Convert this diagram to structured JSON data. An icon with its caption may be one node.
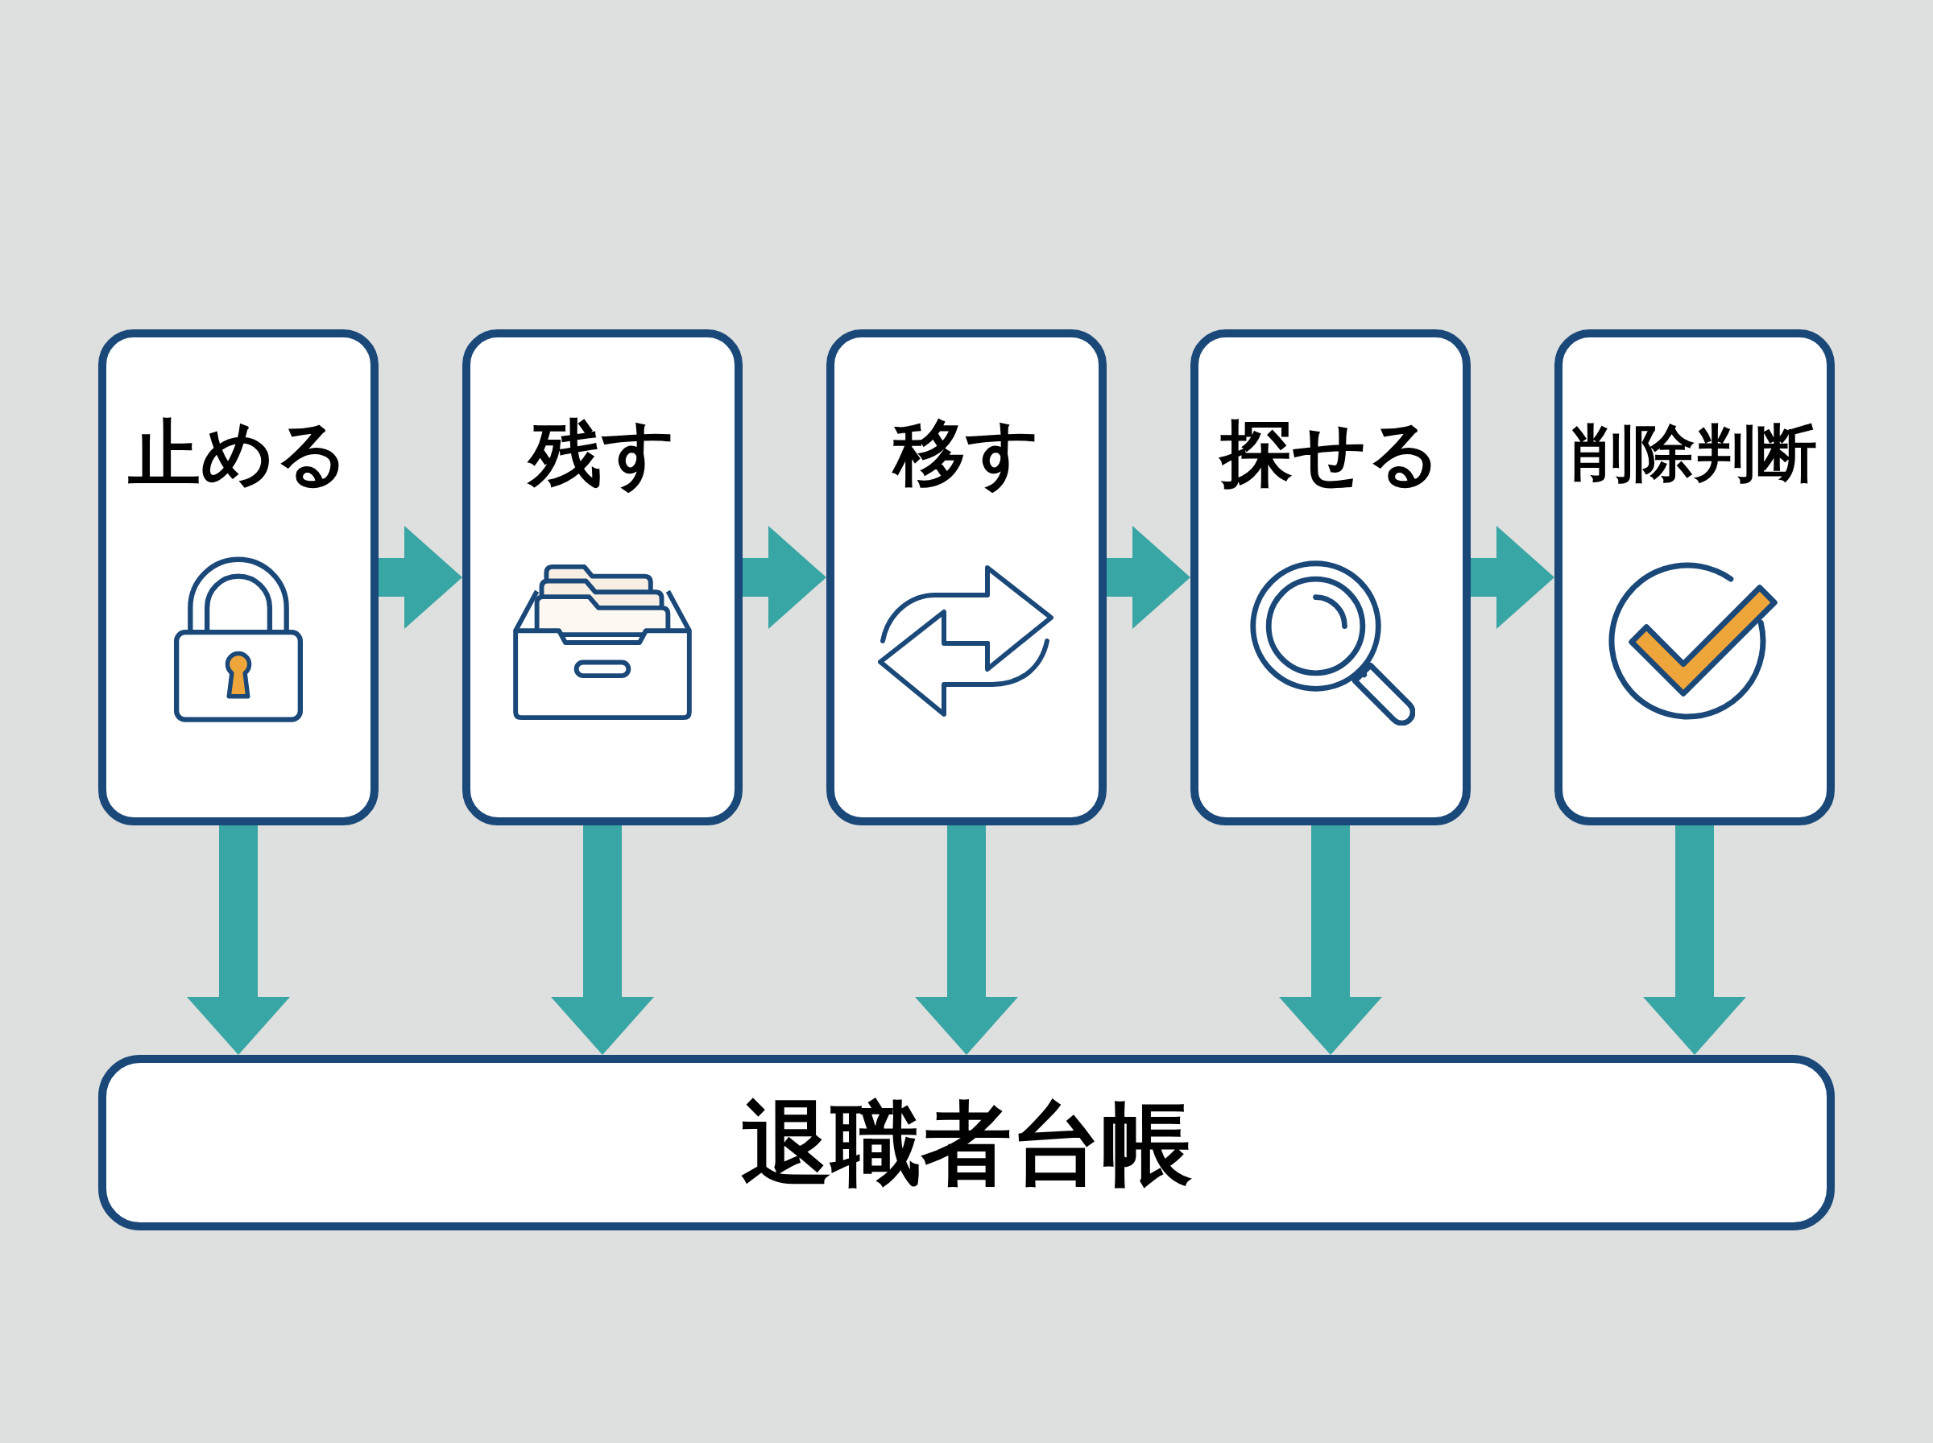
{
  "diagram": {
    "nodes": [
      {
        "text": [
          "止める"
        ]
      },
      {
        "text": [
          "残す"
        ]
      },
      {
        "text": [
          "移す"
        ]
      },
      {
        "text": [
          "探せる"
        ]
      },
      {
        "text": [
          "削除判断"
        ]
      },
      {
        "text": [
          "退職者台帳"
        ]
      }
    ],
    "edges": [
      {
        "from": 0,
        "to": 1,
        "arrow": "to"
      },
      {
        "from": 1,
        "to": 2,
        "arrow": "to"
      },
      {
        "from": 2,
        "to": 3,
        "arrow": "to"
      },
      {
        "from": 3,
        "to": 4,
        "arrow": "to"
      },
      {
        "from": 0,
        "to": 5,
        "arrow": "to"
      },
      {
        "from": 1,
        "to": 5,
        "arrow": "to"
      },
      {
        "from": 2,
        "to": 5,
        "arrow": "to"
      },
      {
        "from": 3,
        "to": 5,
        "arrow": "to"
      },
      {
        "from": 4,
        "to": 5,
        "arrow": "to"
      }
    ]
  }
}
